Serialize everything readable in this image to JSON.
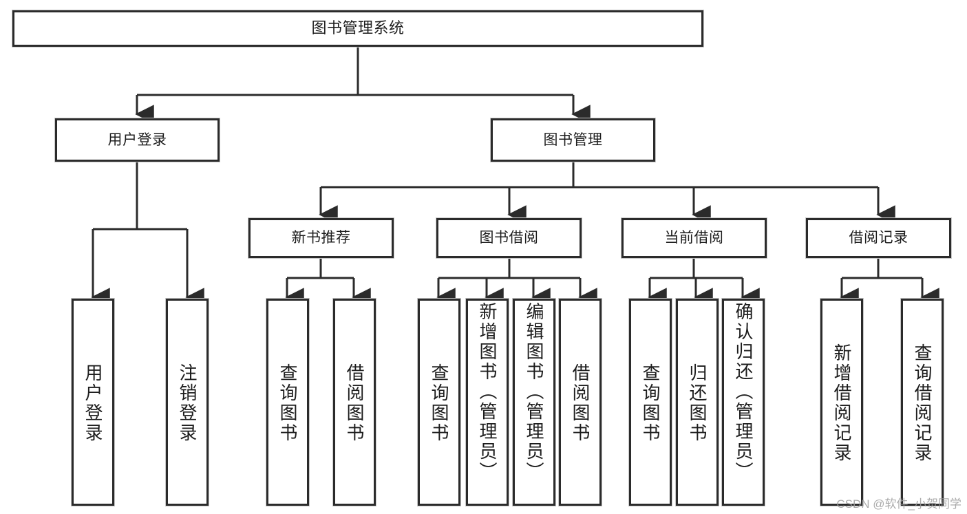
{
  "diagram": {
    "type": "tree",
    "title": "图书管理系统",
    "watermark": "CSDN @软件_小贺同学",
    "colors": {
      "box_border": "#2b2b2b",
      "box_fill": "#ffffff",
      "connector": "#2b2b2b",
      "text": "#1d1d1d",
      "watermark": "#9d9d9d"
    },
    "nodes": {
      "root": {
        "label": "图书管理系统"
      },
      "level1": [
        {
          "id": "user-login",
          "label": "用户登录"
        },
        {
          "id": "book-manage",
          "label": "图书管理"
        }
      ],
      "level2": [
        {
          "id": "new-book-recommend",
          "label": "新书推荐"
        },
        {
          "id": "book-borrow",
          "label": "图书借阅"
        },
        {
          "id": "current-borrow",
          "label": "当前借阅"
        },
        {
          "id": "borrow-record",
          "label": "借阅记录"
        }
      ],
      "leaves": {
        "user-login": [
          {
            "id": "leaf-user-login",
            "label": "用户登录"
          },
          {
            "id": "leaf-logout",
            "label": "注销登录"
          }
        ],
        "new-book-recommend": [
          {
            "id": "leaf-query-book-1",
            "label": "查询图书"
          },
          {
            "id": "leaf-borrow-book-1",
            "label": "借阅图书"
          }
        ],
        "book-borrow": [
          {
            "id": "leaf-query-book-2",
            "label": "查询图书"
          },
          {
            "id": "leaf-add-book",
            "label": "新增图书（管理员）"
          },
          {
            "id": "leaf-edit-book",
            "label": "编辑图书（管理员）"
          },
          {
            "id": "leaf-borrow-book-2",
            "label": "借阅图书"
          }
        ],
        "current-borrow": [
          {
            "id": "leaf-query-book-3",
            "label": "查询图书"
          },
          {
            "id": "leaf-return-book",
            "label": "归还图书"
          },
          {
            "id": "leaf-confirm-return",
            "label": "确认归还（管理员）"
          }
        ],
        "borrow-record": [
          {
            "id": "leaf-add-record",
            "label": "新增借阅记录"
          },
          {
            "id": "leaf-query-record",
            "label": "查询借阅记录"
          }
        ]
      }
    }
  }
}
